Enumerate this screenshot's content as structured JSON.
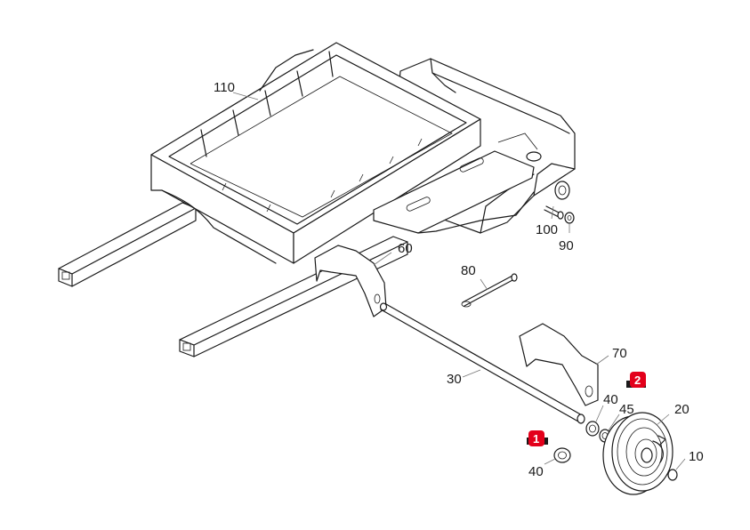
{
  "labels": {
    "p110": "110",
    "p60": "60",
    "p80": "80",
    "p100": "100",
    "p90": "90",
    "p70": "70",
    "p30": "30",
    "p40a": "40",
    "p45": "45",
    "p20": "20",
    "p40b": "40",
    "p10": "10"
  },
  "badges": {
    "b1": "1",
    "b2": "2"
  },
  "colors": {
    "line": "#1a1a1a",
    "badge": "#e3001b",
    "background": "#ffffff"
  }
}
